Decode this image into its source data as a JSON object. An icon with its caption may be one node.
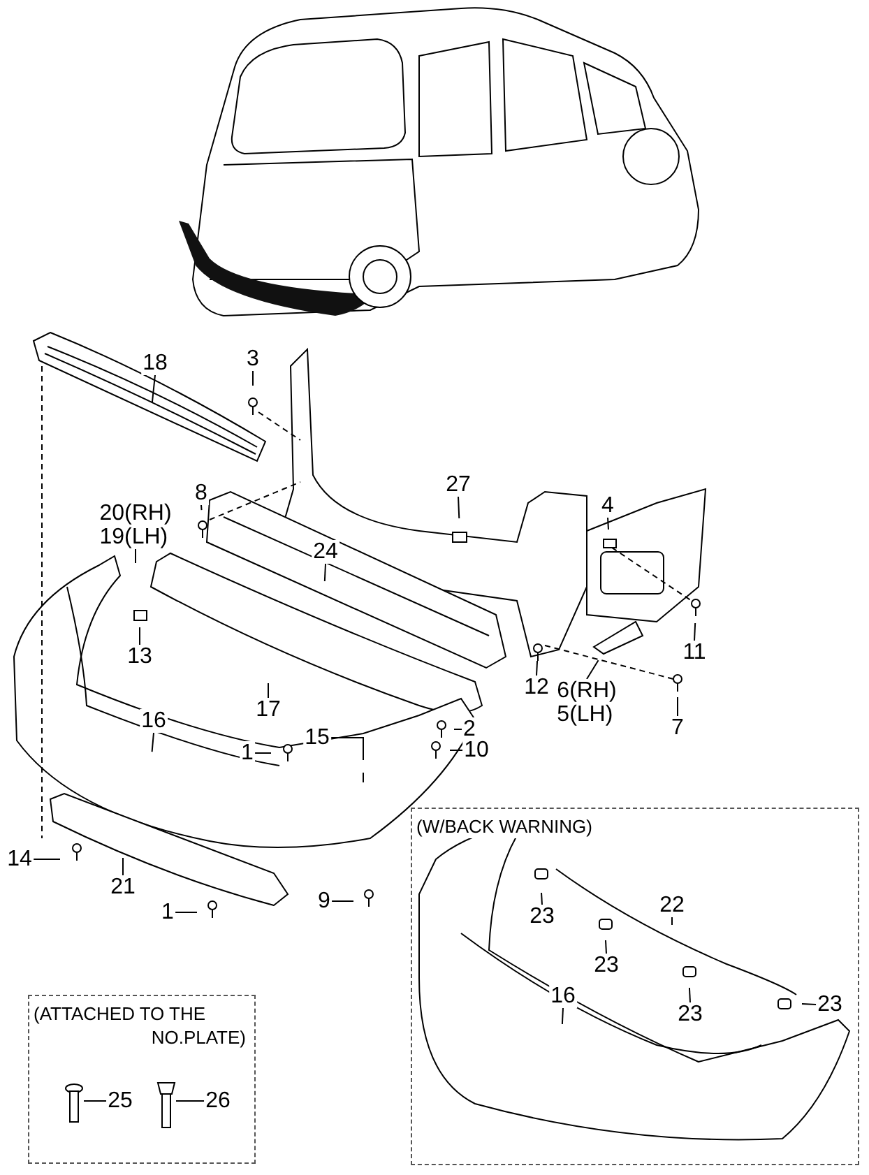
{
  "diagram": {
    "nodes": [
      {
        "text": [
          "18"
        ]
      },
      {
        "text": [
          "3"
        ]
      },
      {
        "text": [
          "27"
        ]
      },
      {
        "text": [
          "4"
        ]
      },
      {
        "text": [
          "20(RH)",
          "19(LH)"
        ]
      },
      {
        "text": [
          "8"
        ]
      },
      {
        "text": [
          "24"
        ]
      },
      {
        "text": [
          "13"
        ]
      },
      {
        "text": [
          "11"
        ]
      },
      {
        "text": [
          "12"
        ]
      },
      {
        "text": [
          "6(RH)",
          "5(LH)"
        ]
      },
      {
        "text": [
          "7"
        ]
      },
      {
        "text": [
          "17"
        ]
      },
      {
        "text": [
          "16"
        ]
      },
      {
        "text": [
          "2"
        ]
      },
      {
        "text": [
          "15"
        ]
      },
      {
        "text": [
          "1"
        ]
      },
      {
        "text": [
          "10"
        ]
      },
      {
        "text": [
          "14"
        ]
      },
      {
        "text": [
          "21"
        ]
      },
      {
        "text": [
          "9"
        ]
      },
      {
        "text": [
          "1"
        ]
      },
      {
        "text": [
          "(W/BACK WARNING)"
        ]
      },
      {
        "text": [
          "23"
        ],
        "in": 22
      },
      {
        "text": [
          "22"
        ],
        "in": 22
      },
      {
        "text": [
          "23"
        ],
        "in": 22
      },
      {
        "text": [
          "16"
        ],
        "in": 22
      },
      {
        "text": [
          "23"
        ],
        "in": 22
      },
      {
        "text": [
          "23"
        ],
        "in": 22
      },
      {
        "text": [
          "(ATTACHED TO THE NO.PLATE)"
        ]
      },
      {
        "text": [
          "25"
        ],
        "in": 29
      },
      {
        "text": [
          "26"
        ],
        "in": 29
      },
      {
        "text": [],
        "shape": "picture",
        "in": 29
      },
      {
        "text": [],
        "shape": "picture",
        "in": 29
      }
    ],
    "edges": [
      {
        "from": 0,
        "to": null,
        "arrow": "none"
      },
      {
        "from": 1,
        "to": null,
        "arrow": "none"
      },
      {
        "from": 2,
        "to": null,
        "arrow": "none"
      },
      {
        "from": 3,
        "to": null,
        "arrow": "none"
      },
      {
        "from": 4,
        "to": null,
        "arrow": "none"
      },
      {
        "from": 5,
        "to": null,
        "arrow": "none"
      },
      {
        "from": 6,
        "to": null,
        "arrow": "none"
      },
      {
        "from": 7,
        "to": null,
        "arrow": "none"
      },
      {
        "from": 8,
        "to": null,
        "arrow": "none"
      },
      {
        "from": 9,
        "to": null,
        "arrow": "none"
      },
      {
        "from": 10,
        "to": null,
        "arrow": "none"
      },
      {
        "from": 11,
        "to": null,
        "arrow": "none"
      },
      {
        "from": 12,
        "to": null,
        "arrow": "none"
      },
      {
        "from": 13,
        "to": null,
        "arrow": "none"
      },
      {
        "from": 14,
        "to": null,
        "arrow": "none"
      },
      {
        "from": 15,
        "to": null,
        "arrow": "none"
      },
      {
        "from": 16,
        "to": null,
        "arrow": "none"
      },
      {
        "from": 17,
        "to": null,
        "arrow": "none"
      },
      {
        "from": 18,
        "to": null,
        "arrow": "none"
      },
      {
        "from": 19,
        "to": null,
        "arrow": "none"
      },
      {
        "from": 20,
        "to": null,
        "arrow": "none"
      },
      {
        "from": 21,
        "to": null,
        "arrow": "none"
      },
      {
        "from": 23,
        "to": null,
        "arrow": "none"
      },
      {
        "from": 24,
        "to": null,
        "arrow": "none"
      },
      {
        "from": 25,
        "to": null,
        "arrow": "none"
      },
      {
        "from": 26,
        "to": null,
        "arrow": "none"
      },
      {
        "from": 27,
        "to": null,
        "arrow": "none"
      },
      {
        "from": 28,
        "to": null,
        "arrow": "none"
      },
      {
        "from": 30,
        "to": 32,
        "arrow": "none"
      },
      {
        "from": 31,
        "to": 33,
        "arrow": "none"
      }
    ]
  }
}
